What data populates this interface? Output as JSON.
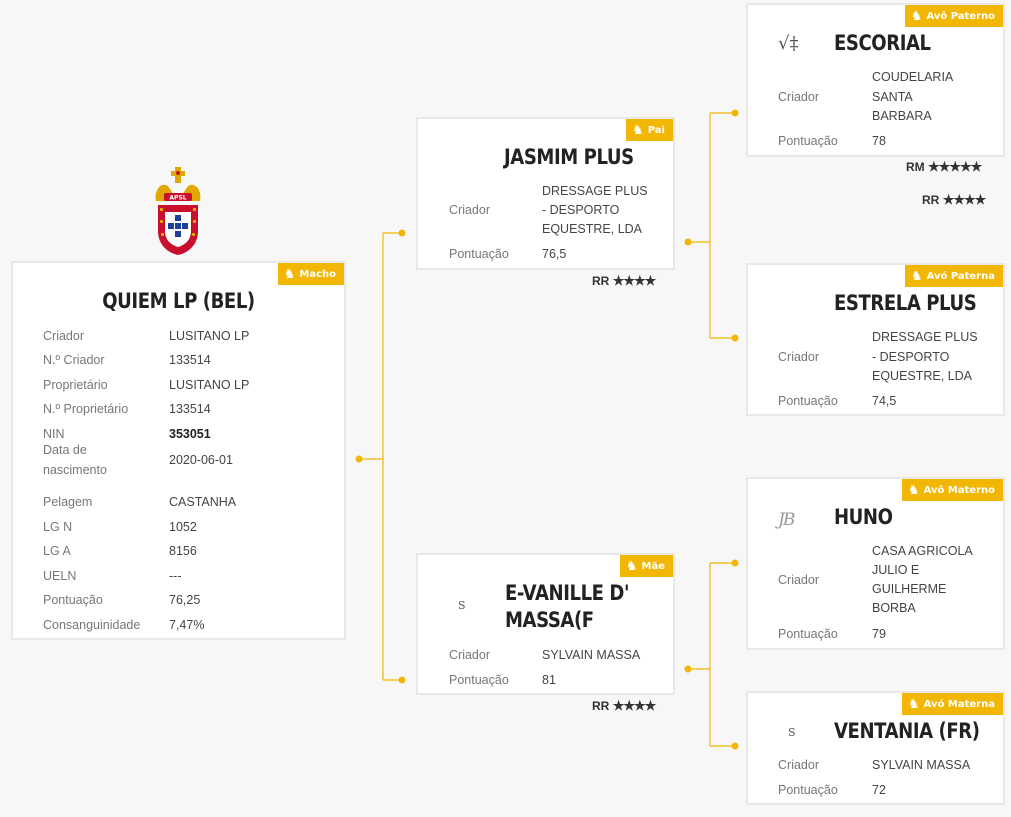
{
  "colors": {
    "accent": "#f2b705",
    "line": "#f2b705",
    "card_border": "#e8e8e8"
  },
  "subject": {
    "badge": "Macho",
    "name": "QUIEM LP (BEL)",
    "fields": [
      {
        "label": "Criador",
        "value": "LUSITANO LP"
      },
      {
        "label": "N.º Criador",
        "value": "133514"
      },
      {
        "label": "Proprietário",
        "value": "LUSITANO LP"
      },
      {
        "label": "N.º Proprietário",
        "value": "133514"
      },
      {
        "label": "NIN",
        "value": "353051"
      },
      {
        "label": "Data de nascimento",
        "value": "2020-06-01"
      },
      {
        "label": "Pelagem",
        "value": "CASTANHA"
      },
      {
        "label": "LG N",
        "value": "1052"
      },
      {
        "label": "LG A",
        "value": "8156"
      },
      {
        "label": "UELN",
        "value": "---"
      },
      {
        "label": "Pontuação",
        "value": "76,25"
      },
      {
        "label": "Consanguinidade",
        "value": "7,47%"
      }
    ],
    "crest_text": "APSL"
  },
  "sire": {
    "badge": "Pai",
    "name": "JASMIM PLUS",
    "breeder_label": "Criador",
    "breeder": "DRESSAGE PLUS - DESPORTO EQUESTRE, LDA",
    "breeder_lines": [
      "DRESSAGE PLUS",
      "- DESPORTO",
      "EQUESTRE, LDA"
    ],
    "score_label": "Pontuação",
    "score": "76,5",
    "ratings": [
      {
        "code": "RR",
        "stars": "★★★★"
      }
    ]
  },
  "dam": {
    "badge": "Mãe",
    "name_lines": [
      "E-VANILLE D'",
      "MASSA(F"
    ],
    "brand": "S",
    "breeder_label": "Criador",
    "breeder": "SYLVAIN MASSA",
    "score_label": "Pontuação",
    "score": "81",
    "ratings": [
      {
        "code": "RR",
        "stars": "★★★★"
      }
    ]
  },
  "paternal_grandsire": {
    "badge": "Avô Paterno",
    "name": "ESCORIAL",
    "brand": "√‡",
    "breeder_label": "Criador",
    "breeder_lines": [
      "COUDELARIA",
      "SANTA",
      "BARBARA"
    ],
    "score_label": "Pontuação",
    "score": "78",
    "ratings": [
      {
        "code": "RM",
        "stars": "★★★★★"
      },
      {
        "code": "RR",
        "stars": "★★★★"
      }
    ]
  },
  "paternal_granddam": {
    "badge": "Avó Paterna",
    "name": "ESTRELA PLUS",
    "breeder_label": "Criador",
    "breeder_lines": [
      "DRESSAGE PLUS",
      "- DESPORTO",
      "EQUESTRE, LDA"
    ],
    "score_label": "Pontuação",
    "score": "74,5"
  },
  "maternal_grandsire": {
    "badge": "Avô Materno",
    "name": "HUNO",
    "brand": "JB",
    "breeder_label": "Criador",
    "breeder_lines": [
      "CASA AGRICOLA",
      "JULIO E",
      "GUILHERME",
      "BORBA"
    ],
    "score_label": "Pontuação",
    "score": "79"
  },
  "maternal_granddam": {
    "badge": "Avó Materna",
    "name": "VENTANIA (FR)",
    "brand": "S",
    "breeder_label": "Criador",
    "breeder": "SYLVAIN MASSA",
    "score_label": "Pontuação",
    "score": "72"
  }
}
